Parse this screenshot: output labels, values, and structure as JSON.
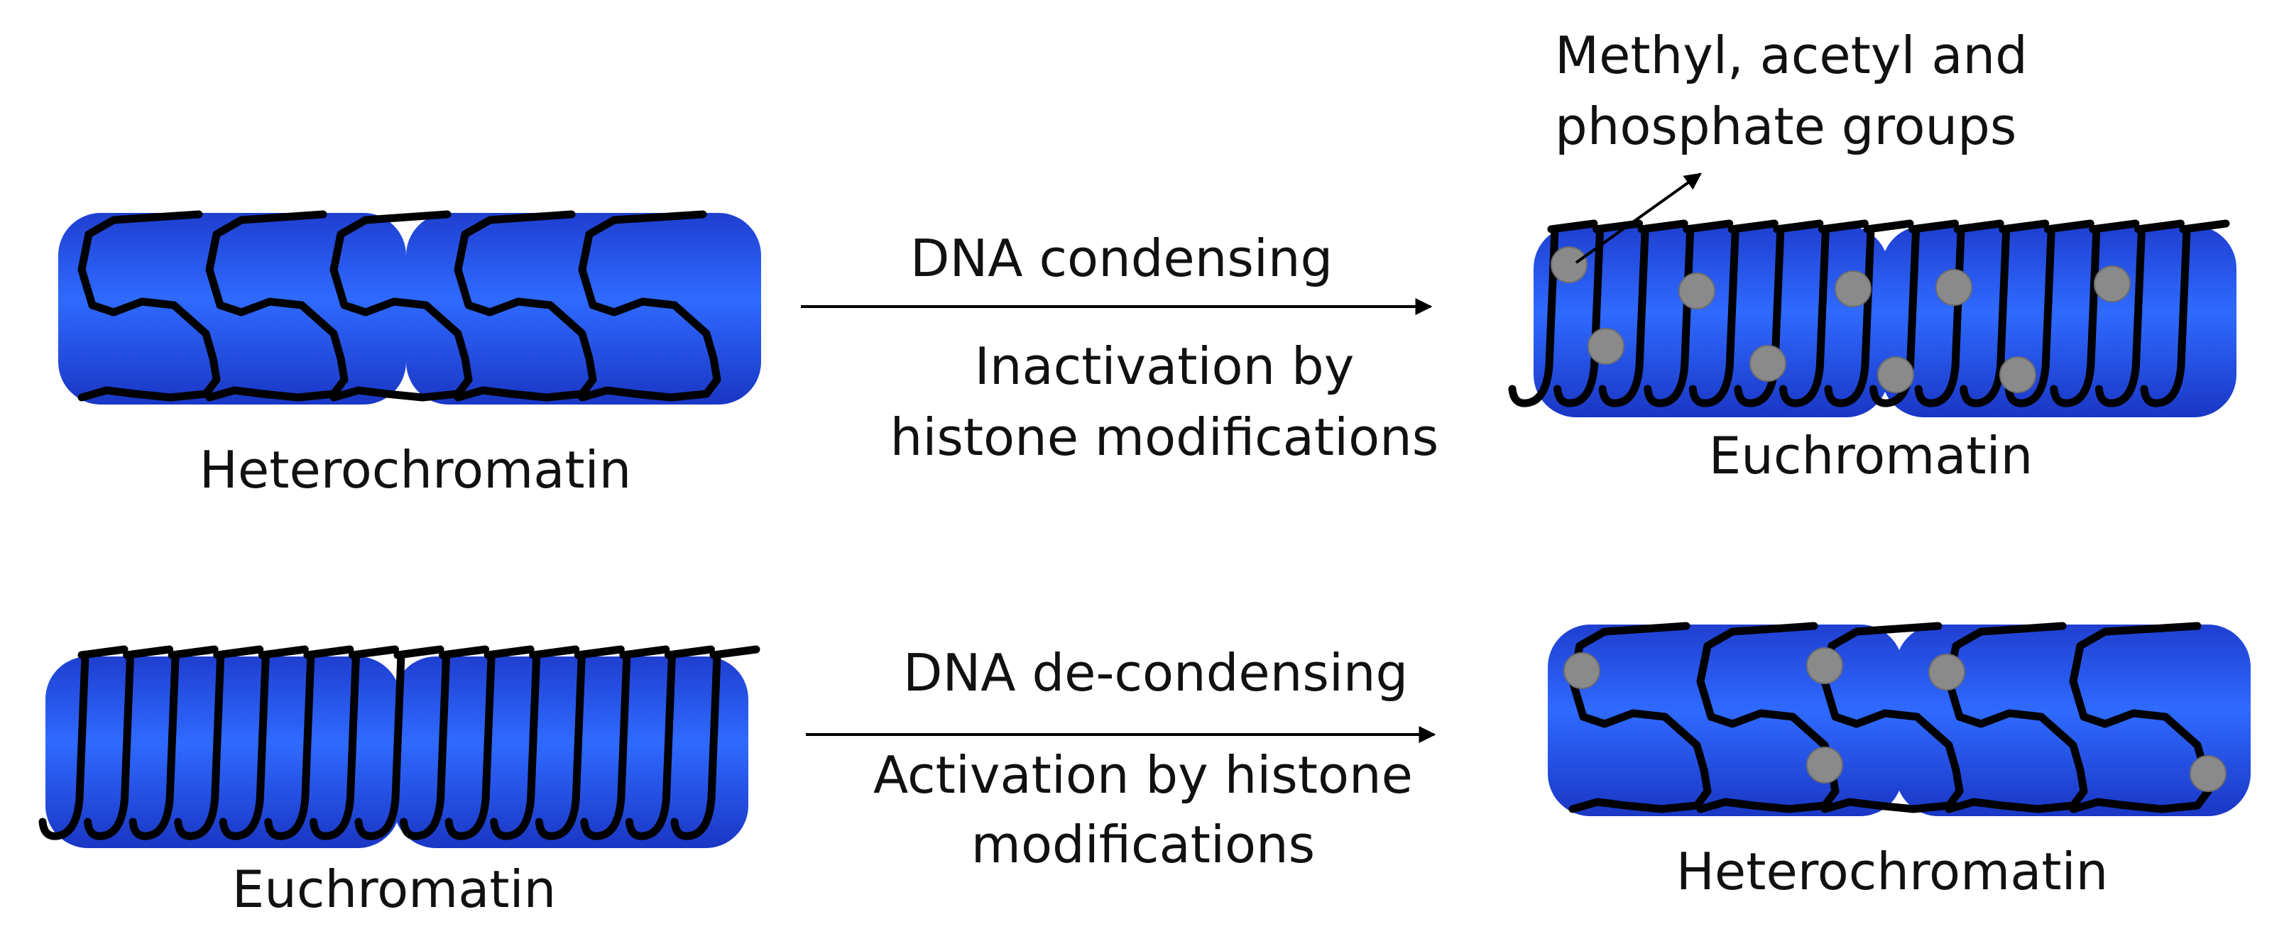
{
  "colors": {
    "cylinder_dark": "#1f3fd0",
    "cylinder_light": "#2f6aff",
    "dna_strand": "#000000",
    "modification_dot": "#8a8a8a",
    "text": "#111111",
    "background": "#ffffff"
  },
  "top_row": {
    "left_label": "Heterochromatin",
    "right_label": "Euchromatin",
    "arrow_label_above": "DNA condensing",
    "arrow_label_below": [
      "Inactivation by",
      "histone modifications"
    ]
  },
  "bottom_row": {
    "left_label": "Euchromatin",
    "right_label": "Heterochromatin",
    "arrow_label_above": "DNA de-condensing",
    "arrow_label_below": [
      "Activation by histone",
      "modifications"
    ]
  },
  "annotation": {
    "lines": [
      "Methyl, acetyl and",
      "phosphate groups"
    ]
  }
}
